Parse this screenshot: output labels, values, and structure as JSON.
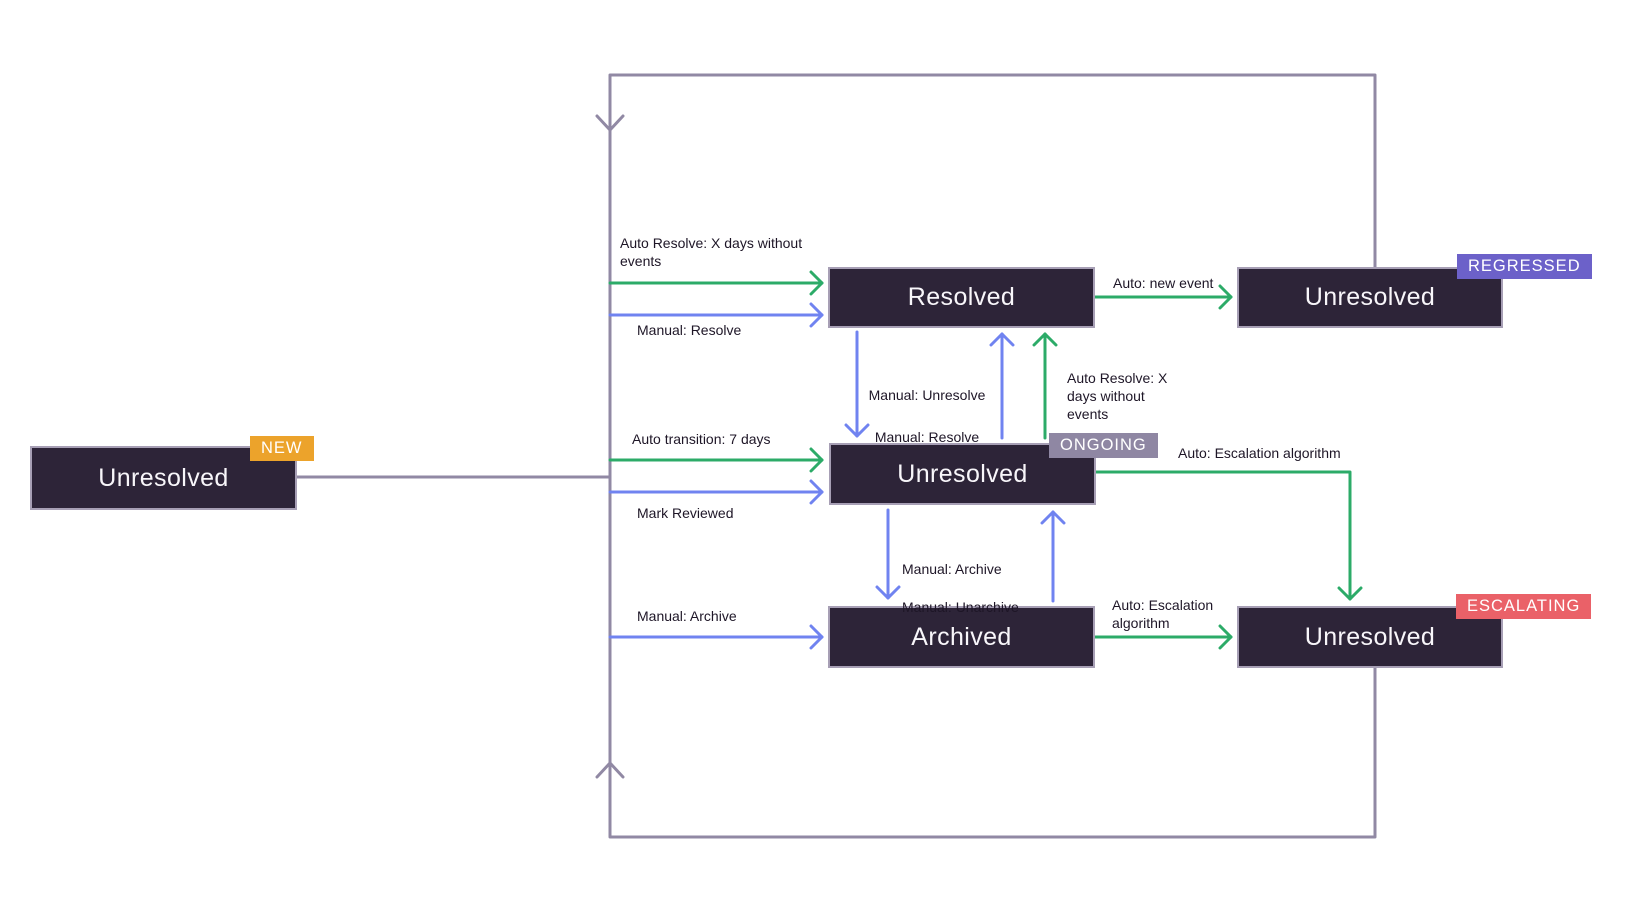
{
  "colors": {
    "background": "#ffffff",
    "box_bg": "#2d2438",
    "box_border": "#a79fb5",
    "box_text": "#f8f6fa",
    "auto_green": "#2cab68",
    "manual_blue": "#7083f0",
    "loop_purple": "#9189a4",
    "label_text": "#1e1627",
    "badge_new": "#eca32b",
    "badge_regressed": "#6c61c9",
    "badge_ongoing": "#8f87a3",
    "badge_escalating": "#ea6168",
    "badge_text": "#ffffff"
  },
  "states": {
    "new": {
      "label": "Unresolved",
      "badge": "NEW"
    },
    "resolved": {
      "label": "Resolved"
    },
    "regressed": {
      "label": "Unresolved",
      "badge": "REGRESSED"
    },
    "ongoing": {
      "label": "Unresolved",
      "badge": "ONGOING"
    },
    "archived": {
      "label": "Archived"
    },
    "escalating": {
      "label": "Unresolved",
      "badge": "ESCALATING"
    }
  },
  "transitions": {
    "auto_resolve_from_new": {
      "type": "auto",
      "from": "new",
      "to": "resolved",
      "label": "Auto Resolve: X days without\nevents"
    },
    "manual_resolve_from_new": {
      "type": "manual",
      "from": "new",
      "to": "resolved",
      "label": "Manual: Resolve"
    },
    "auto_new_event": {
      "type": "auto",
      "from": "resolved",
      "to": "regressed",
      "label": "Auto: new event"
    },
    "manual_unresolve": {
      "type": "manual",
      "from": "resolved",
      "to": "ongoing",
      "label": "Manual: Unresolve"
    },
    "manual_resolve_from_ongoing": {
      "type": "manual",
      "from": "ongoing",
      "to": "resolved",
      "label": "Manual: Resolve"
    },
    "auto_resolve_from_ongoing": {
      "type": "auto",
      "from": "ongoing",
      "to": "resolved",
      "label": "Auto Resolve: X\ndays without\nevents"
    },
    "auto_transition_7_days": {
      "type": "auto",
      "from": "new",
      "to": "ongoing",
      "label": "Auto transition: 7 days"
    },
    "mark_reviewed": {
      "type": "manual",
      "from": "new",
      "to": "ongoing",
      "label": "Mark Reviewed"
    },
    "auto_escalation_from_ongoing": {
      "type": "auto",
      "from": "ongoing",
      "to": "escalating",
      "label": "Auto: Escalation algorithm"
    },
    "manual_archive_from_ongoing": {
      "type": "manual",
      "from": "ongoing",
      "to": "archived",
      "label": "Manual: Archive"
    },
    "manual_unarchive": {
      "type": "manual",
      "from": "archived",
      "to": "ongoing",
      "label": "Manual: Unarchive"
    },
    "manual_archive_from_new": {
      "type": "manual",
      "from": "new",
      "to": "archived",
      "label": "Manual: Archive"
    },
    "auto_escalation_from_archived": {
      "type": "auto",
      "from": "archived",
      "to": "escalating",
      "label": "Auto: Escalation\nalgorithm"
    }
  }
}
